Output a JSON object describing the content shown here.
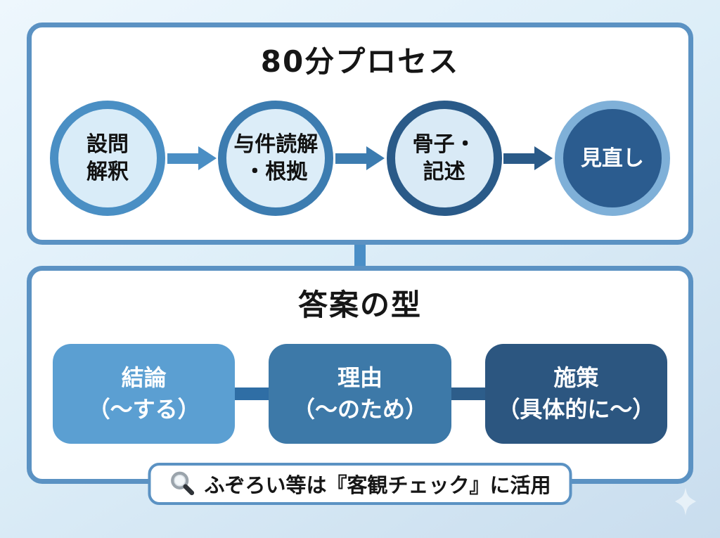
{
  "process_panel": {
    "title": "80分プロセス",
    "steps": [
      {
        "line1": "設問",
        "line2": "解釈",
        "fill": "#d9ecf8",
        "border": "#4a8fc4",
        "text": "#121212"
      },
      {
        "line1": "与件読解",
        "line2": "・根拠",
        "fill": "#dcedf8",
        "border": "#3c7cb0",
        "text": "#121212"
      },
      {
        "line1": "骨子・",
        "line2": "記述",
        "fill": "#d9eaf6",
        "border": "#2a5a88",
        "text": "#121212"
      },
      {
        "line1": "見直し",
        "line2": "",
        "fill": "#2b5c8f",
        "border": "#7fb0d8",
        "text": "#ffffff"
      }
    ],
    "arrow_colors": [
      "#4a8ec4",
      "#3c7cb0",
      "#2a5a88"
    ]
  },
  "answer_panel": {
    "title": "答案の型",
    "boxes": [
      {
        "line1": "結論",
        "line2": "（〜する）",
        "fill": "#5b9fd2"
      },
      {
        "line1": "理由",
        "line2": "（〜のため）",
        "fill": "#3d79a8"
      },
      {
        "line1": "施策",
        "line2": "（具体的に〜）",
        "fill": "#2c5680"
      }
    ],
    "connector_colors": [
      "#2f6ea5",
      "#2d5d8a"
    ],
    "note": {
      "icon": "magnifier-icon",
      "text": "ふぞろい等は『客観チェック』に活用"
    }
  },
  "style": {
    "panel_border": "#5b92c3",
    "panel_background": "#ffffff",
    "panel_connector": "#4a8ec6",
    "page_background_top": "#eef7fd",
    "page_background_bottom": "#c9ddee",
    "sparkle_color": "#ffffff"
  }
}
